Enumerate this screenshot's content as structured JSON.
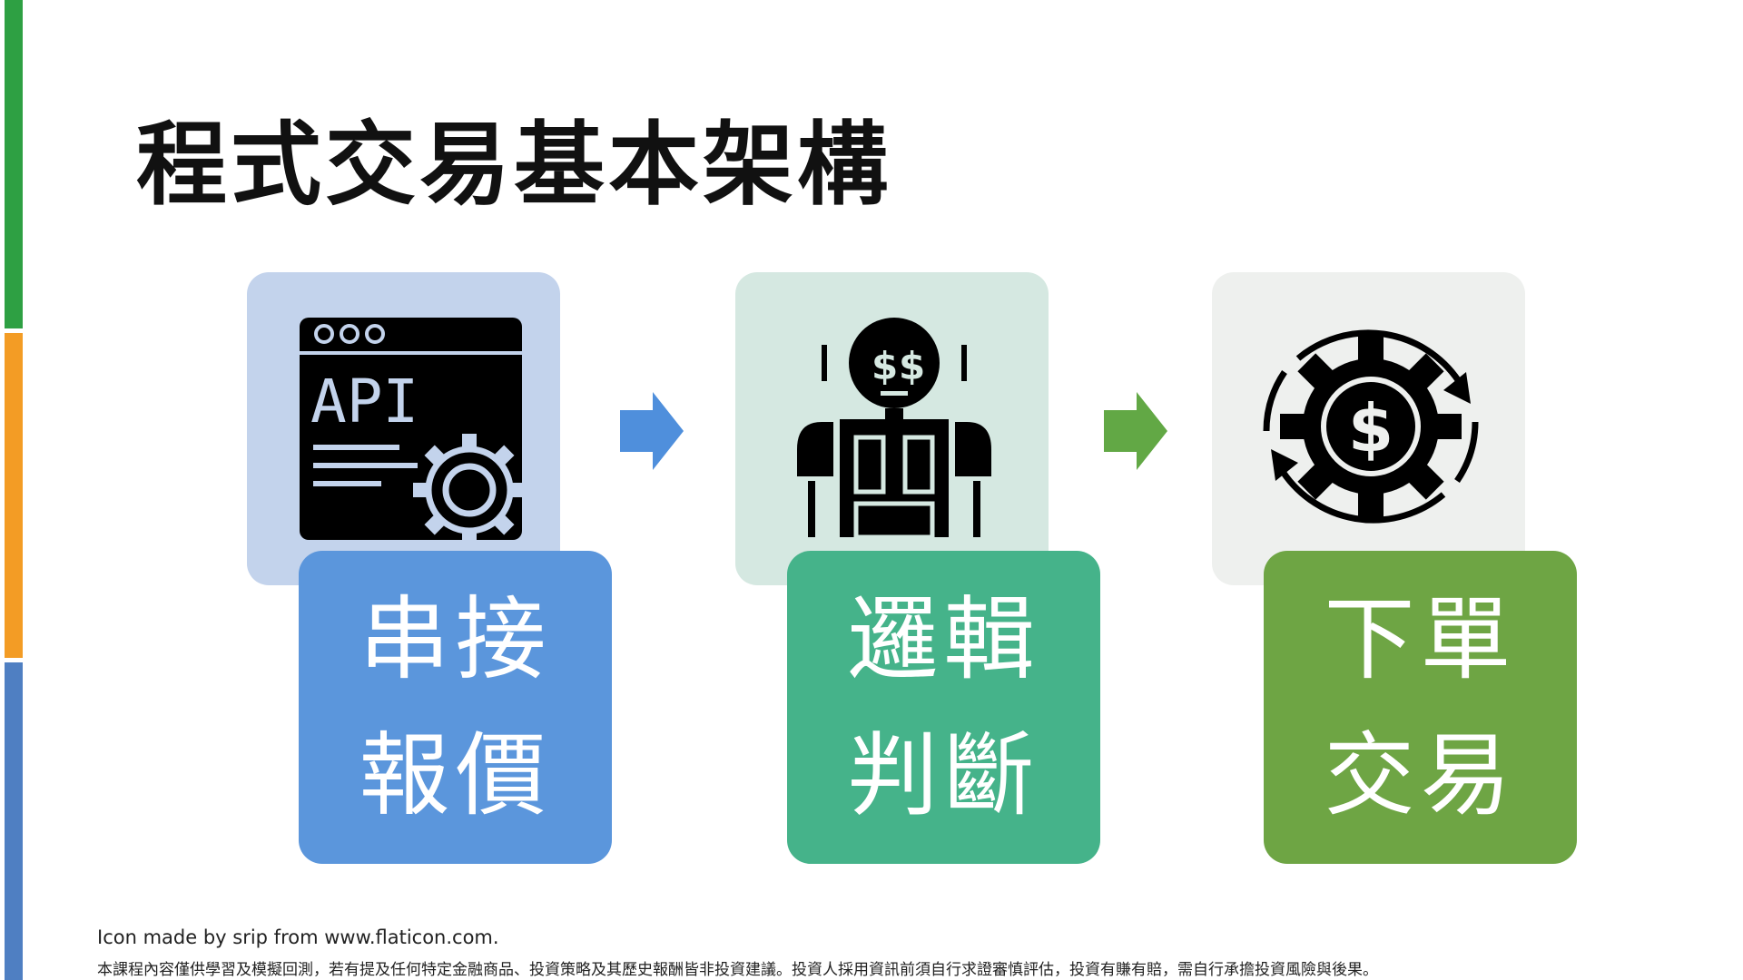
{
  "title": "程式交易基本架構",
  "steps": [
    {
      "line1": "串接",
      "line2": "報價",
      "icon": "api-window-gear-icon",
      "icon_bg": "#c3d3ec",
      "label_bg": "#5b96dc"
    },
    {
      "line1": "邏輯",
      "line2": "判斷",
      "icon": "robot-dollar-icon",
      "icon_bg": "#d5e8e1",
      "label_bg": "#45b38a"
    },
    {
      "line1": "下單",
      "line2": "交易",
      "icon": "gear-dollar-cycle-icon",
      "icon_bg": "#eef0ee",
      "label_bg": "#6ea544"
    }
  ],
  "arrows": [
    {
      "icon": "arrow-right-icon",
      "color": "#4f8fdc"
    },
    {
      "icon": "arrow-right-icon",
      "color": "#62a845"
    }
  ],
  "footer": {
    "attribution": "Icon made by srip from www.flaticon.com.",
    "disclaimer": "本課程內容僅供學習及模擬回測，若有提及任何特定金融商品、投資策略及其歷史報酬皆非投資建議。投資人採用資訊前須自行求證審慎評估，投資有賺有賠，需自行承擔投資風險與後果。"
  }
}
